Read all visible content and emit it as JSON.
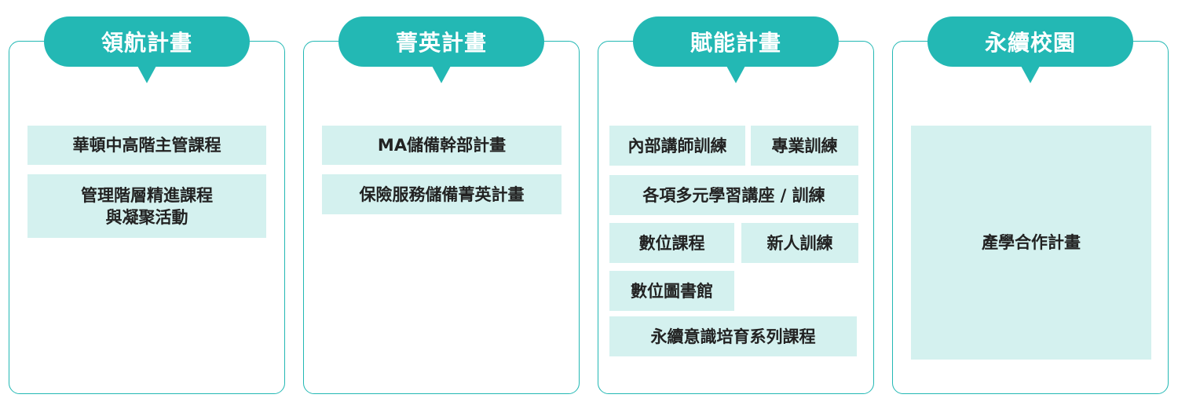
{
  "columns": [
    {
      "title": "領航計畫",
      "items": [
        "華頓中高階主管課程",
        "管理階層精進課程\n與凝聚活動"
      ]
    },
    {
      "title": "菁英計畫",
      "items": [
        "MA儲備幹部計畫",
        "保險服務儲備菁英計畫"
      ]
    },
    {
      "title": "賦能計畫",
      "items": [
        "內部講師訓練",
        "專業訓練",
        "各項多元學習講座 / 訓練",
        "數位課程",
        "新人訓練",
        "數位圖書館",
        "永續意識培育系列課程"
      ]
    },
    {
      "title": "永續校園",
      "items": [
        "產學合作計畫"
      ]
    }
  ],
  "colors": {
    "accent": "#23b8b4",
    "box_fill": "#d4f1ef",
    "text": "#222222"
  }
}
